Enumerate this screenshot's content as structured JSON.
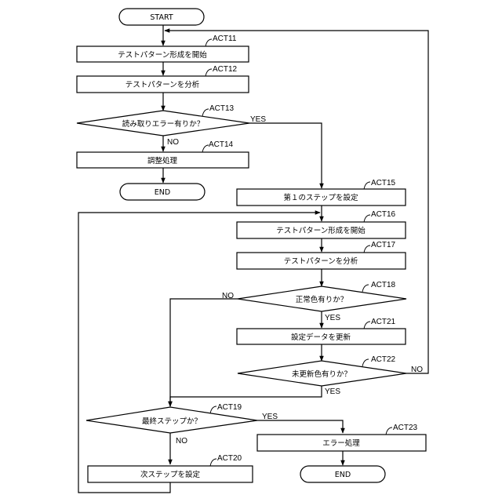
{
  "flowchart": {
    "start": "START",
    "act11": {
      "ref": "ACT11",
      "text": "テストパターン形成を開始"
    },
    "act12": {
      "ref": "ACT12",
      "text": "テストパターンを分析"
    },
    "act13": {
      "ref": "ACT13",
      "text": "読み取りエラー有りか？",
      "yes": "YES",
      "no": "NO"
    },
    "act14": {
      "ref": "ACT14",
      "text": "調整処理"
    },
    "end1": "END",
    "act15": {
      "ref": "ACT15",
      "text": "第１のステップを設定"
    },
    "act16": {
      "ref": "ACT16",
      "text": "テストパターン形成を開始"
    },
    "act17": {
      "ref": "ACT17",
      "text": "テストパターンを分析"
    },
    "act18": {
      "ref": "ACT18",
      "text": "正常色有りか？",
      "yes": "YES",
      "no": "NO"
    },
    "act21": {
      "ref": "ACT21",
      "text": "設定データを更新"
    },
    "act22": {
      "ref": "ACT22",
      "text": "未更新色有りか？",
      "yes": "YES",
      "no": "NO"
    },
    "act19": {
      "ref": "ACT19",
      "text": "最終ステップか？",
      "yes": "YES",
      "no": "NO"
    },
    "act20": {
      "ref": "ACT20",
      "text": "次ステップを設定"
    },
    "act23": {
      "ref": "ACT23",
      "text": "エラー処理"
    },
    "end2": "END"
  }
}
